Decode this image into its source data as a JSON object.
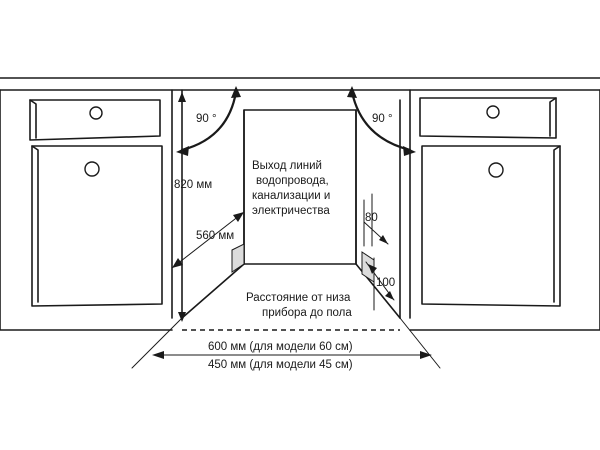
{
  "labels": {
    "angle_left": "90 °",
    "angle_right": "90 °",
    "height_820": "820 мм",
    "height_560": "560 мм",
    "outlet_line1": "Выход линий",
    "outlet_line2": "водопровода,",
    "outlet_line3": "канализации и",
    "outlet_line4": "электричества",
    "dim_80": "80",
    "dim_100": "100",
    "floor_line1": "Расстояние от низа",
    "floor_line2": "прибора до пола",
    "width_60": "600 мм (для модели 60 см)",
    "width_45": "450 мм (для модели 45 см)"
  }
}
